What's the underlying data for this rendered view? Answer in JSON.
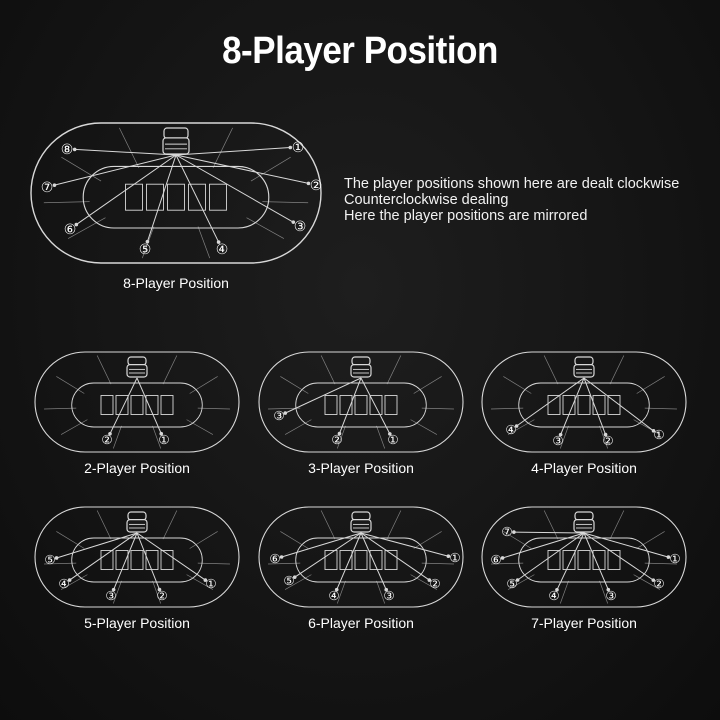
{
  "title": "8-Player Position",
  "notes": [
    "The player positions shown here are dealt clockwise",
    "Counterclockwise dealing",
    "Here the player positions are mirrored"
  ],
  "tables": [
    {
      "caption": "8-Player Position",
      "labels": [
        "①",
        "②",
        "③",
        "④",
        "⑤",
        "⑥",
        "⑦",
        "⑧"
      ]
    },
    {
      "caption": "2-Player Position",
      "labels": [
        "①",
        "②"
      ]
    },
    {
      "caption": "3-Player Position",
      "labels": [
        "①",
        "②",
        "③"
      ]
    },
    {
      "caption": "4-Player Position",
      "labels": [
        "①",
        "②",
        "③",
        "④"
      ]
    },
    {
      "caption": "5-Player Position",
      "labels": [
        "①",
        "②",
        "③",
        "④",
        "⑤"
      ]
    },
    {
      "caption": "6-Player Position",
      "labels": [
        "①",
        "②",
        "③",
        "④",
        "⑤",
        "⑥"
      ]
    },
    {
      "caption": "7-Player Position",
      "labels": [
        "①",
        "②",
        "③",
        "④",
        "⑤",
        "⑥",
        "⑦"
      ]
    }
  ],
  "colors": {
    "background": "#141414",
    "line": "#d8d8d8",
    "text": "#ffffff"
  }
}
